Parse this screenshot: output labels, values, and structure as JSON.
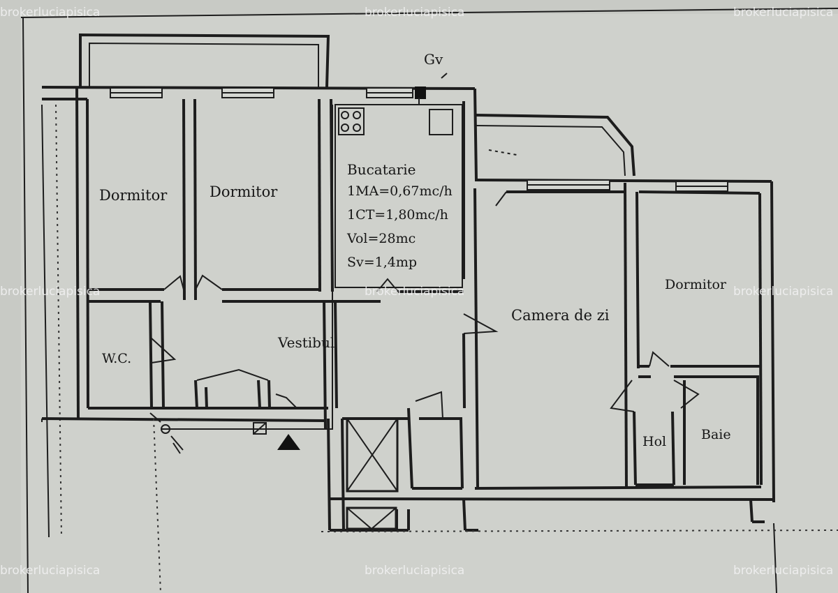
{
  "plan": {
    "rooms": {
      "dormitor_1": "Dormitor",
      "dormitor_2": "Dormitor",
      "bucatarie": "Bucatarie",
      "wc": "W.C.",
      "vestibul": "Vestibul",
      "camera_de_zi": "Camera de zi",
      "dormitor_3": "Dormitor",
      "hol": "Hol",
      "baie": "Baie"
    },
    "kitchen_specs": [
      "1MA=0,67mc/h",
      "1CT=1,80mc/h",
      "Vol=28mc",
      "Sv=1,4mp"
    ],
    "gas_valve_label": "Gv"
  },
  "watermark": "brokerluciapisica"
}
